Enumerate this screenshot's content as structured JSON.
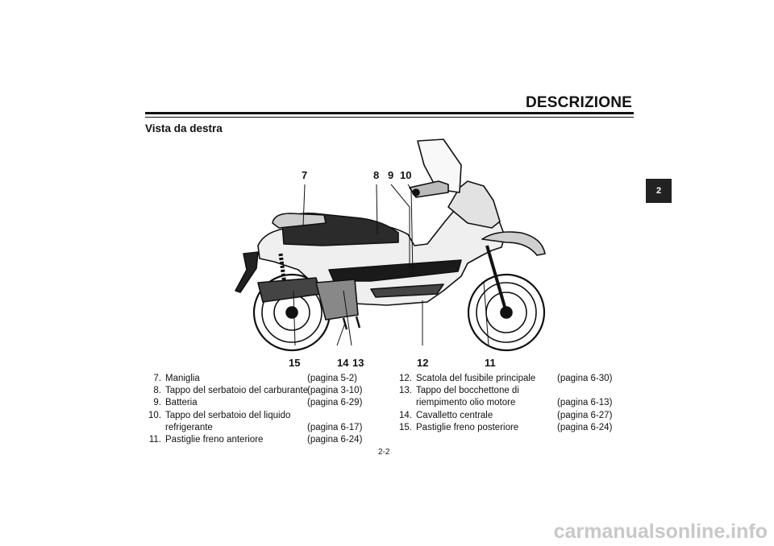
{
  "header": {
    "title": "DESCRIZIONE",
    "subtitle": "Vista da destra",
    "tab": "2"
  },
  "callouts": [
    "7",
    "8",
    "9",
    "10",
    "11",
    "12",
    "13",
    "14",
    "15"
  ],
  "legend_left": [
    {
      "num": "7.",
      "text": "Maniglia",
      "page": "(pagina 5-2)"
    },
    {
      "num": "8.",
      "text": "Tappo del serbatoio del carburante",
      "page": "(pagina 3-10)"
    },
    {
      "num": "9.",
      "text": "Batteria",
      "page": "(pagina 6-29)"
    },
    {
      "num": "10.",
      "text": "Tappo del serbatoio del liquido",
      "page": ""
    },
    {
      "num": "",
      "text": "refrigerante",
      "page": "(pagina 6-17)"
    },
    {
      "num": "11.",
      "text": "Pastiglie freno anteriore",
      "page": "(pagina 6-24)"
    }
  ],
  "legend_right": [
    {
      "num": "12.",
      "text": "Scatola del fusibile principale",
      "page": "(pagina 6-30)"
    },
    {
      "num": "13.",
      "text": "Tappo del bocchettone di",
      "page": ""
    },
    {
      "num": "",
      "text": "riempimento olio motore",
      "page": "(pagina 6-13)"
    },
    {
      "num": "14.",
      "text": "Cavalletto centrale",
      "page": "(pagina 6-27)"
    },
    {
      "num": "15.",
      "text": "Pastiglie freno posteriore",
      "page": "(pagina 6-24)"
    }
  ],
  "page_number": "2-2",
  "footer": "carmanualsonline.info"
}
